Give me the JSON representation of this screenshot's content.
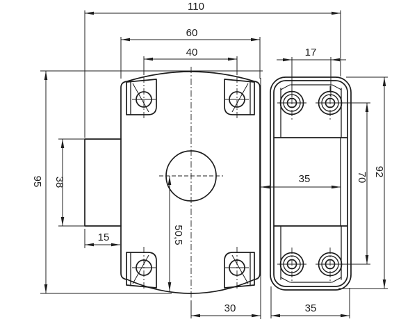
{
  "colors": {
    "background": "#ffffff",
    "line": "#1d1d1d"
  },
  "drawing": {
    "type": "technical-dimension-drawing",
    "views": [
      "rim-lock-body-front-view",
      "strike-keeper-front-view"
    ]
  },
  "dimensions": {
    "overall_width": "110",
    "body_width": "60",
    "top_hole_spacing": "40",
    "strike_hole_spacing_h": "17",
    "body_height": "95",
    "cylinder_housing_height": "38",
    "cylinder_housing_depth": "15",
    "cylinder_to_bottom": "50,5",
    "center_to_edge": "30",
    "strike_depth": "35",
    "strike_hole_spacing_v": "70",
    "strike_height": "92",
    "strike_width": "35"
  }
}
